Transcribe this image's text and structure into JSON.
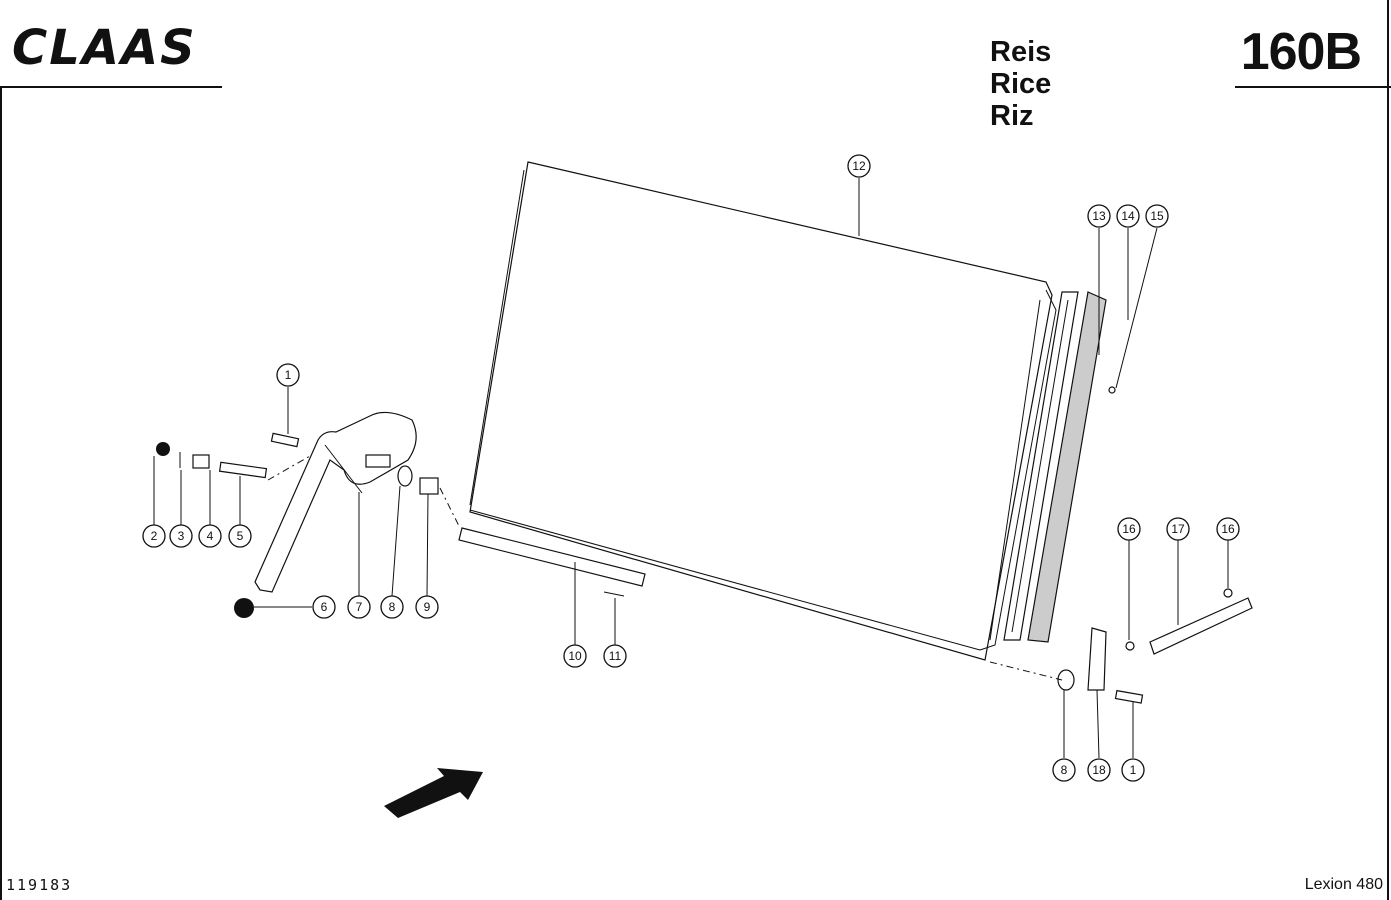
{
  "header": {
    "brand": "CLAAS",
    "titles": [
      "Reis",
      "Rice",
      "Riz"
    ],
    "page_number": "160B"
  },
  "footer": {
    "document_id": "119183",
    "model": "Lexion 480"
  },
  "callouts": [
    {
      "label": "1"
    },
    {
      "label": "2"
    },
    {
      "label": "3"
    },
    {
      "label": "4"
    },
    {
      "label": "5"
    },
    {
      "label": "6"
    },
    {
      "label": "7"
    },
    {
      "label": "8"
    },
    {
      "label": "9"
    },
    {
      "label": "10"
    },
    {
      "label": "11"
    },
    {
      "label": "12"
    },
    {
      "label": "13"
    },
    {
      "label": "14"
    },
    {
      "label": "15"
    },
    {
      "label": "16"
    },
    {
      "label": "17"
    },
    {
      "label": "16"
    },
    {
      "label": "8"
    },
    {
      "label": "18"
    },
    {
      "label": "1"
    }
  ]
}
